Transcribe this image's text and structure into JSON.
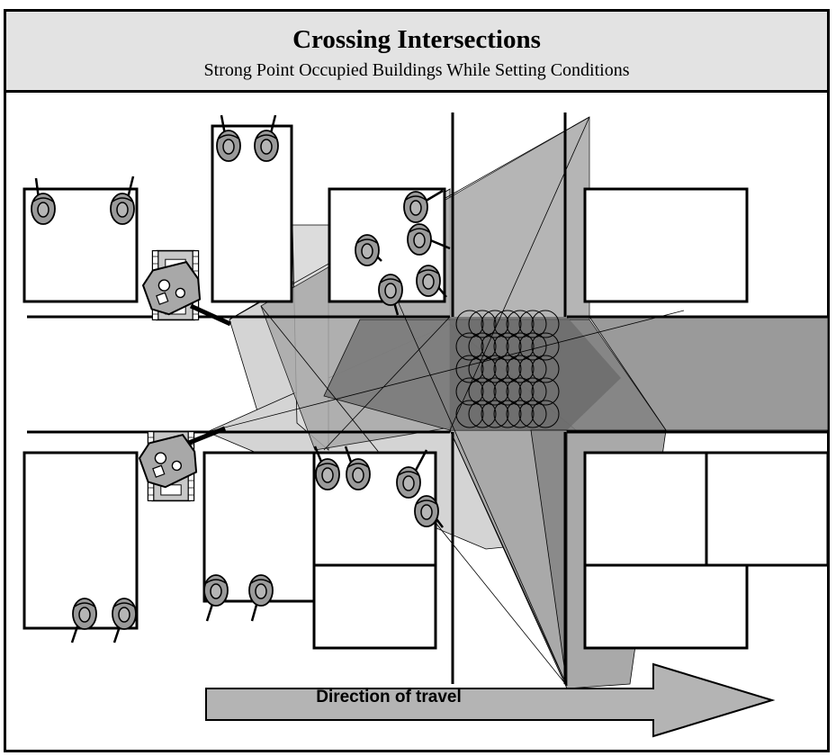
{
  "header": {
    "title": "Crossing Intersections",
    "subtitle": "Strong Point Occupied Buildings While Setting Conditions"
  },
  "arrow": {
    "label": "Direction of travel"
  },
  "colors": {
    "header_bg": "#e3e3e3",
    "sector_light": "#d4d4d4",
    "sector_mid": "#a9a9a9",
    "sector_dark": "#7a7a7a",
    "road_fill": "#9a9a9a",
    "soldier": "#9a9a9a",
    "vehicle": "#c8c8c8"
  },
  "icons": [
    "soldier-icon",
    "tank-icon",
    "concertina-wire-icon",
    "direction-arrow-icon"
  ]
}
